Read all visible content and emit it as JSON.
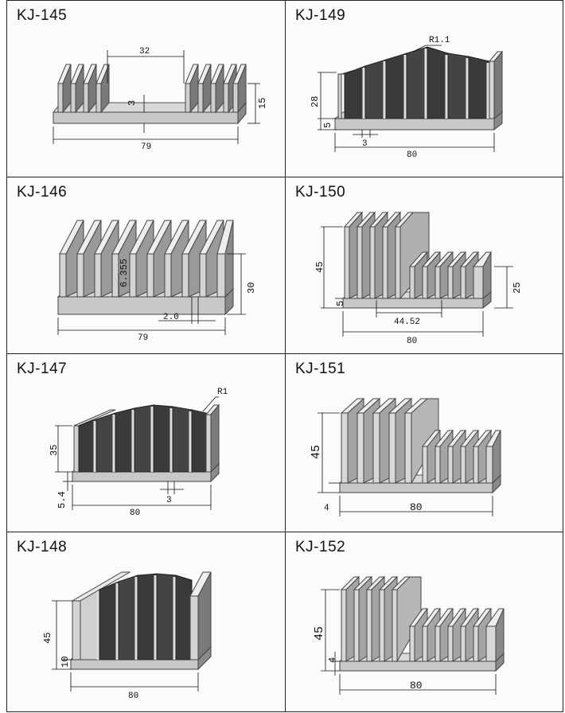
{
  "panels": [
    {
      "id": "kj-145",
      "title": "KJ-145",
      "dims": [
        "32",
        "3",
        "15",
        "79"
      ]
    },
    {
      "id": "kj-149",
      "title": "KJ-149",
      "dims": [
        "R1.1",
        "28",
        "5",
        "3",
        "80"
      ]
    },
    {
      "id": "kj-146",
      "title": "KJ-146",
      "dims": [
        "6.355",
        "30",
        "2.0",
        "79"
      ]
    },
    {
      "id": "kj-150",
      "title": "KJ-150",
      "dims": [
        "45",
        "5",
        "25",
        "44.52",
        "80"
      ]
    },
    {
      "id": "kj-147",
      "title": "KJ-147",
      "dims": [
        "R1",
        "35",
        "5.4",
        "3",
        "80"
      ]
    },
    {
      "id": "kj-151",
      "title": "KJ-151",
      "dims": [
        "45",
        "4",
        "80"
      ]
    },
    {
      "id": "kj-148",
      "title": "KJ-148",
      "dims": [
        "45",
        "10",
        "80"
      ]
    },
    {
      "id": "kj-152",
      "title": "KJ-152",
      "dims": [
        "45",
        "4",
        "80"
      ]
    }
  ],
  "colors": {
    "border": "#222222",
    "metal_light": "#e4e4e4",
    "metal_mid": "#bdbdbd",
    "metal_dark": "#6a6a6a",
    "groove": "#3a3a3a"
  }
}
